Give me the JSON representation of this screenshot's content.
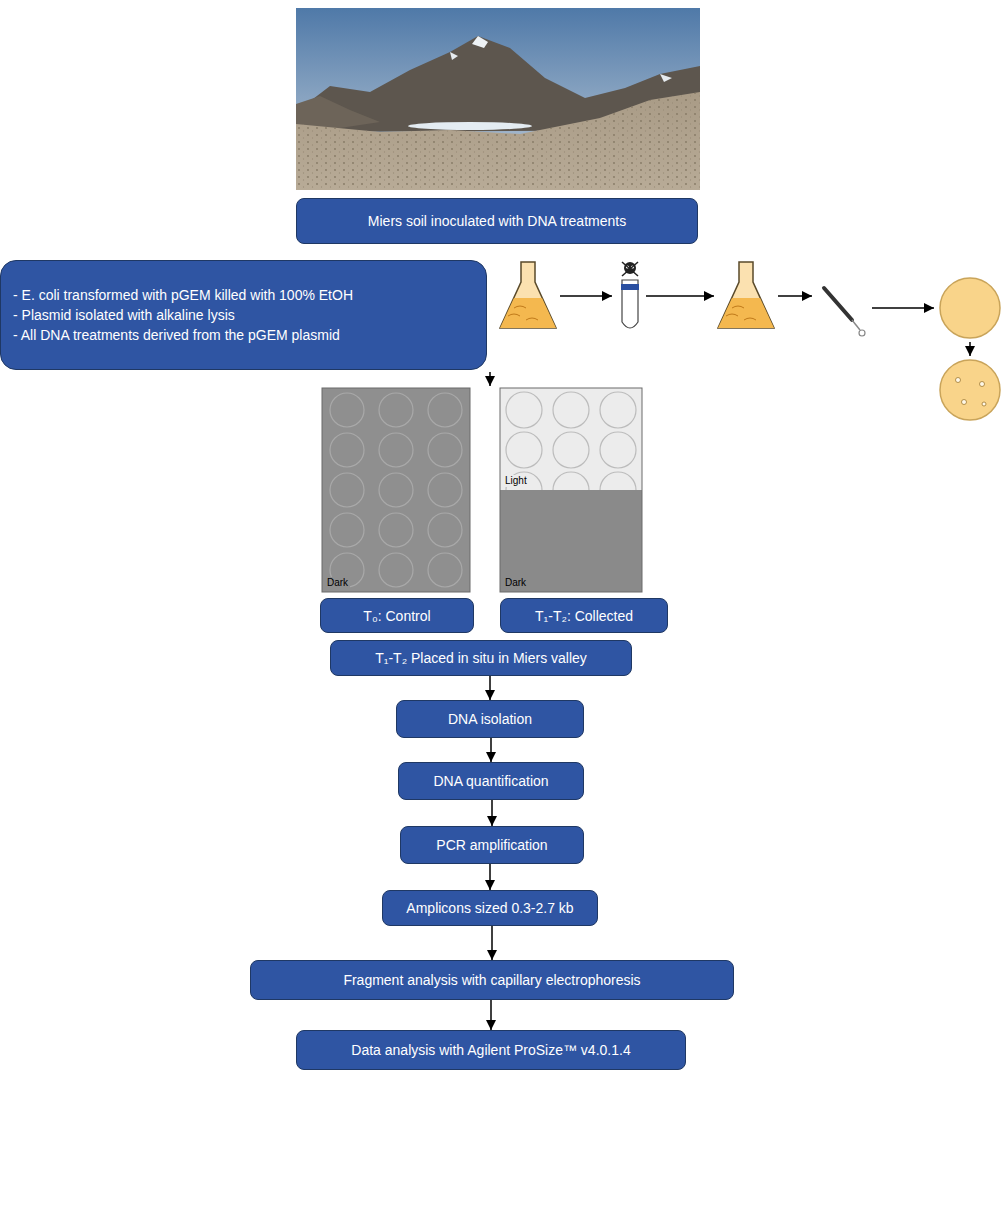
{
  "diagram": {
    "nodes": [
      {
        "text": [
          "Miers soil inoculated with DNA treatments"
        ]
      },
      {
        "text": [
          "- E. coli transformed with pGEM killed with 100% EtOH",
          "- Plasmid isolated with alkaline lysis",
          "- All DNA treatments derived from the pGEM plasmid"
        ]
      },
      {
        "text": [
          "T₀: Control"
        ]
      },
      {
        "text": [
          "T₁-T₂: Collected"
        ]
      },
      {
        "text": [
          "T₁-T₂ Placed in situ in Miers valley"
        ]
      },
      {
        "text": [
          "DNA isolation"
        ]
      },
      {
        "text": [
          "DNA quantification"
        ]
      },
      {
        "text": [
          "PCR amplification"
        ]
      },
      {
        "text": [
          "Amplicons sized 0.3-2.7 kb"
        ]
      },
      {
        "text": [
          "Fragment analysis with capillary electrophoresis"
        ]
      },
      {
        "text": [
          "Data analysis with Agilent ProSize™ v4.0.1.4"
        ]
      }
    ],
    "edges": [
      {
        "from": 4,
        "to": 5,
        "arrow": "to"
      },
      {
        "from": 5,
        "to": 6,
        "arrow": "to"
      },
      {
        "from": 6,
        "to": 7,
        "arrow": "to"
      },
      {
        "from": 7,
        "to": 8,
        "arrow": "to"
      },
      {
        "from": 8,
        "to": 9,
        "arrow": "to"
      },
      {
        "from": 9,
        "to": 10,
        "arrow": "to"
      }
    ],
    "labels": [
      "Dark",
      "Light",
      "Dark"
    ]
  }
}
